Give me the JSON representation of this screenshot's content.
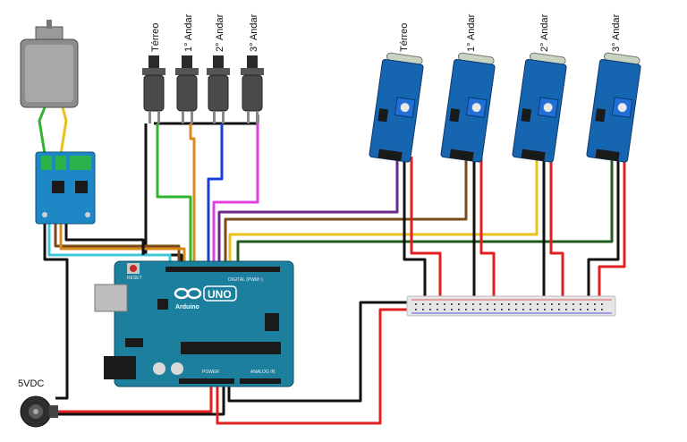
{
  "buttons": [
    {
      "label": "Térreo"
    },
    {
      "label": "1° Andar"
    },
    {
      "label": "2° Andar"
    },
    {
      "label": "3° Andar"
    }
  ],
  "sensors": [
    {
      "label": "Térreo"
    },
    {
      "label": "1° Andar"
    },
    {
      "label": "2° Andar"
    },
    {
      "label": "3° Andar"
    }
  ],
  "power": {
    "label": "5VDC"
  },
  "arduino": {
    "brand": "Arduino",
    "model": "UNO",
    "reset": "RESET",
    "digital": "DIGITAL (PWM~)",
    "power_hdr": "POWER",
    "analog": "ANALOG IN"
  },
  "colors": {
    "arduino": "#1d7f9e",
    "module": "#1e88c7",
    "sensor_board": "#1565b0",
    "wire_red": "#e02020",
    "wire_black": "#111111",
    "wire_green": "#2db52d",
    "wire_orange": "#d98a1a",
    "wire_blue": "#1a3fd6",
    "wire_magenta": "#e040e0",
    "wire_purple": "#6a2a8a",
    "wire_brown": "#7a4a1a",
    "wire_yellow": "#e8c21a",
    "wire_darkgreen": "#1f5a1f",
    "wire_cyan": "#3ec8d8"
  }
}
